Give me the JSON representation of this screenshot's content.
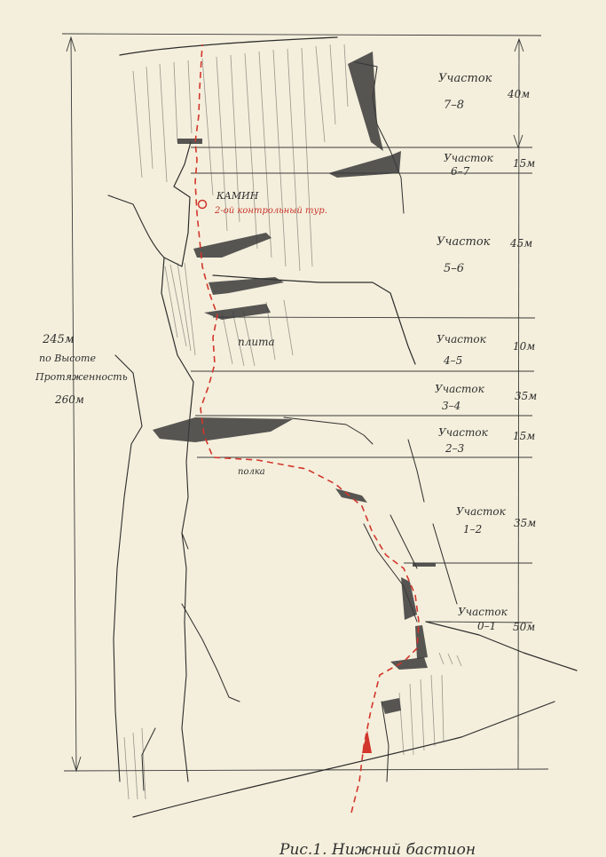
{
  "diagram": {
    "caption": "Рис.1. Нижний бастион",
    "total": {
      "height": "245м",
      "line1": "по Высоте",
      "line2": "Протяженность",
      "length": "260м"
    },
    "sections": [
      {
        "title": "Участок",
        "range": "7–8",
        "length": "40м"
      },
      {
        "title": "Участок",
        "range": "6–7",
        "length": "15м"
      },
      {
        "title": "Участок",
        "range": "5–6",
        "length": "45м"
      },
      {
        "title": "Участок",
        "range": "4–5",
        "length": "10м"
      },
      {
        "title": "Участок",
        "range": "3–4",
        "length": "35м"
      },
      {
        "title": "Участок",
        "range": "2–3",
        "length": "15м"
      },
      {
        "title": "Участок",
        "range": "1–2",
        "length": "35м"
      },
      {
        "title": "Участок",
        "range": "0–1",
        "length": "50м"
      }
    ],
    "annotations": {
      "kamin": "КАМИН",
      "control_tour": "2-ой контрольный тур.",
      "plita": "плита",
      "polka": "полка"
    },
    "colors": {
      "paper": "#f4efdc",
      "ink": "#2c2c2c",
      "route": "#d2362c"
    }
  }
}
